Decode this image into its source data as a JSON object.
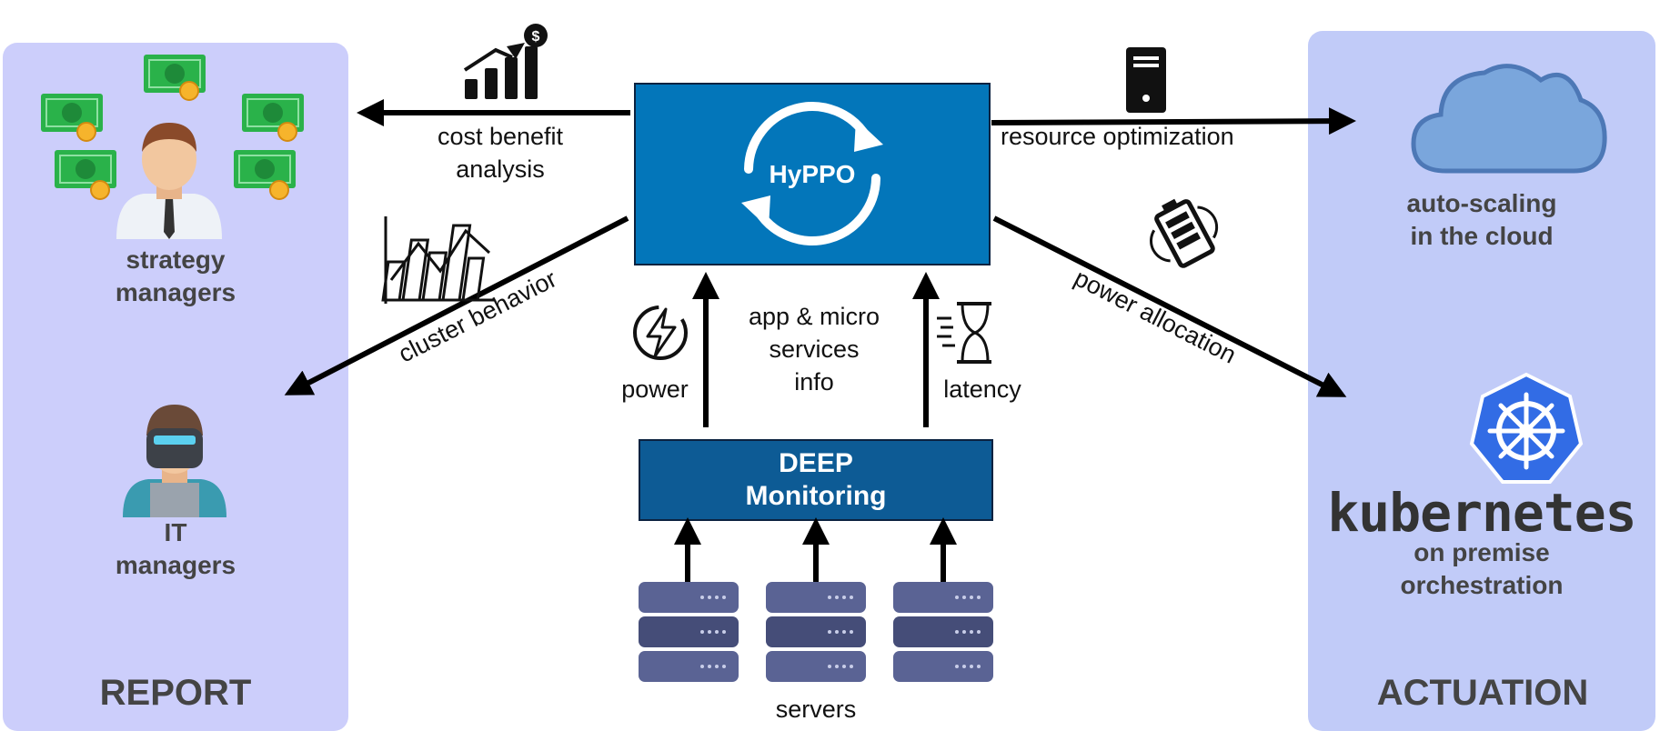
{
  "panels": {
    "report": {
      "title": "REPORT"
    },
    "actuation": {
      "title": "ACTUATION"
    }
  },
  "actors": {
    "strategy": {
      "line1": "strategy",
      "line2": "managers"
    },
    "it": {
      "line1": "IT",
      "line2": "managers"
    }
  },
  "center": {
    "hyppo": "HyPPO",
    "deep_line1": "DEEP",
    "deep_line2": "Monitoring",
    "servers": "servers",
    "app_line1": "app & micro",
    "app_line2": "services",
    "app_line3": "info",
    "power": "power",
    "latency": "latency"
  },
  "edges": {
    "cost_line1": "cost benefit",
    "cost_line2": "analysis",
    "cluster": "cluster behavior",
    "resource": "resource optimization",
    "power_alloc": "power allocation"
  },
  "targets": {
    "cloud_line1": "auto-scaling",
    "cloud_line2": "in the cloud",
    "k8s_word": "kubernetes",
    "k8s_line1": "on premise",
    "k8s_line2": "orchestration"
  },
  "colors": {
    "hyppo": "#0376ba",
    "deep": "#0d5b95",
    "report_panel": "#cccefb",
    "actuation_panel": "#c1cbf8",
    "cloud": "#7aa6dc",
    "kubernetes": "#326ce5",
    "server": "#5a6394",
    "money": "#2ab24a"
  },
  "icons": [
    "money-icon",
    "manager-person-icon",
    "engineer-person-icon",
    "chart-up-icon",
    "histogram-icon",
    "sync-icon",
    "bolt-icon",
    "hourglass-icon",
    "server-rack-icon",
    "pc-tower-icon",
    "battery-icon",
    "cloud-icon",
    "kubernetes-helm-icon"
  ]
}
